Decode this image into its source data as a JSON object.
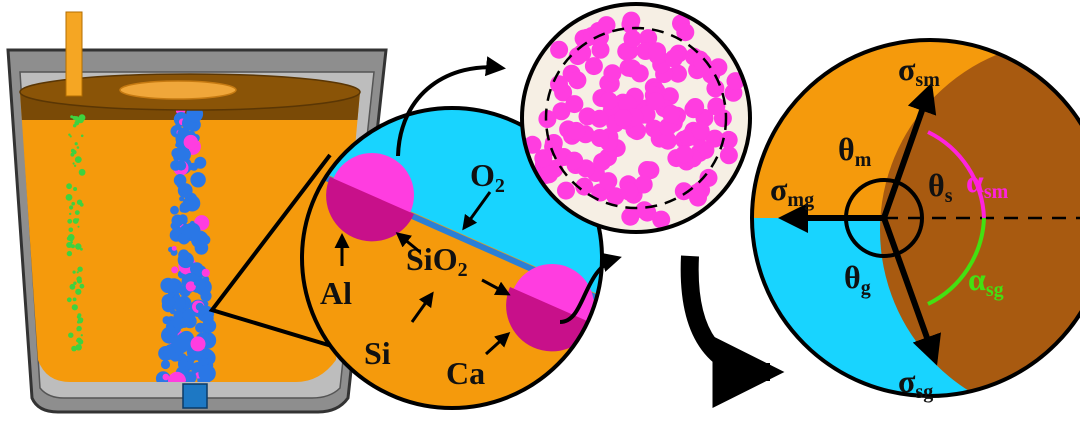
{
  "palette": {
    "melt": "#f59a0c",
    "melt_dark": "#7a4a06",
    "gas": "#18d4ff",
    "bubble": "#2a77e6",
    "inclusion": "#ff3de0",
    "inclusion_dark": "#c8108a",
    "green_particles": "#3fd23f",
    "lance": "#f5a623",
    "vessel": "#8e8e8e",
    "cluster_bg": "#f6efe4",
    "solid": "#a85a10",
    "alpha_sm": "#ff22dd",
    "alpha_sg": "#44e011"
  },
  "reaction_zone": {
    "gas_species": "O2",
    "oxide": "SiO2",
    "elements": [
      "Al",
      "Si",
      "Ca"
    ]
  },
  "contact_angles": {
    "theta_m": "θm",
    "theta_s": "θs",
    "theta_g": "θg",
    "sigma_sm": "σsm",
    "sigma_mg": "σmg",
    "sigma_sg": "σsg",
    "alpha_sm": "αsm",
    "alpha_sg": "αsg"
  }
}
